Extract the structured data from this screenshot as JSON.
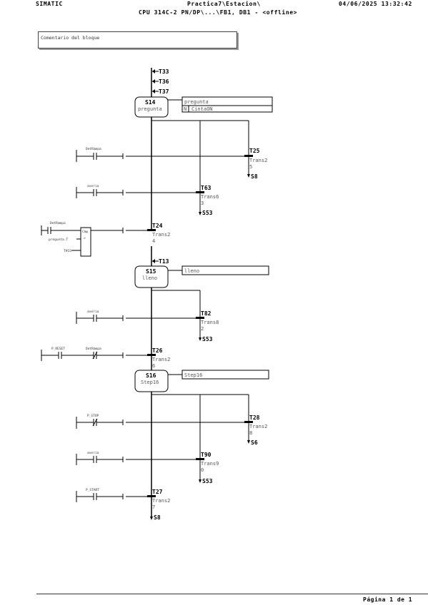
{
  "header": {
    "brand": "SIMATIC",
    "path": "Practica7\\Estacion\\",
    "subpath": "CPU 314C-2 PN/DP\\...\\FB1, DB1 - <offline>",
    "datetime": "04/06/2025 13:32:42"
  },
  "comment": "Comentario del bloque",
  "entry_jumps": [
    "T33",
    "T36",
    "T37"
  ],
  "steps": {
    "s14": {
      "name": "S14",
      "label": "pregunta",
      "action_title": "pregunta",
      "action_qual": "N",
      "action_op": "CintaON"
    },
    "s15": {
      "name": "S15",
      "label": "lleno",
      "action_title": "lleno"
    },
    "s16": {
      "name": "S16",
      "label": "Step16",
      "action_title": "Step16"
    }
  },
  "transitions": {
    "t25": {
      "name": "T25",
      "sub": "Trans2",
      "num": "5",
      "target": "S8",
      "contact": "DetRampa"
    },
    "t63": {
      "name": "T63",
      "sub": "Trans6",
      "num": "3",
      "target": "S53",
      "contact": "averia"
    },
    "t24": {
      "name": "T24",
      "sub": "Trans2",
      "num": "4",
      "contact": "DetRampa",
      "cmp_title": "Cmp",
      "cmp_op": ">",
      "cmp_in1": "pregunta.T",
      "cmp_in2": "T#1S"
    },
    "t13": {
      "name": "T13"
    },
    "t82": {
      "name": "T82",
      "sub": "Trans8",
      "num": "2",
      "target": "S53",
      "contact": "averia"
    },
    "t26": {
      "name": "T26",
      "sub": "Trans2",
      "num": "6",
      "contact1": "P_RESET",
      "contact2": "DetRampa"
    },
    "t28": {
      "name": "T28",
      "sub": "Trans2",
      "num": "8",
      "target": "S6",
      "contact": "P_STOP"
    },
    "t90": {
      "name": "T90",
      "sub": "Trans9",
      "num": "0",
      "target": "S53",
      "contact": "averia"
    },
    "t27": {
      "name": "T27",
      "sub": "Trans2",
      "num": "7",
      "target": "S8",
      "contact": "P_START"
    }
  },
  "footer": "Página 1 de 1"
}
